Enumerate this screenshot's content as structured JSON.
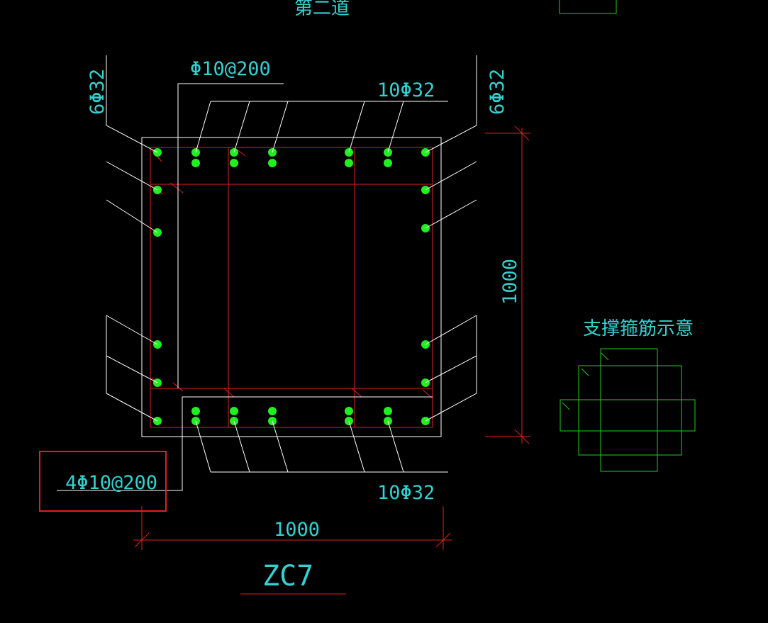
{
  "header": {
    "partial_title": "第二道"
  },
  "labels": {
    "top_stirrup": "Φ10@200",
    "left_vertical": "6Φ32",
    "right_vertical": "6Φ32",
    "top_bars": "10Φ32",
    "bottom_bars": "10Φ32",
    "bottom_stirrup": "4Φ10@200",
    "width_dim": "1000",
    "height_dim": "1000",
    "column_name": "ZC7",
    "support_title": "支撑箍筋示意"
  },
  "colors": {
    "background": "#000000",
    "concrete_outline": "#ffffff",
    "stirrup": "#e02020",
    "rebar": "#22ee22",
    "text": "#35d0d0",
    "dimension": "#e02020",
    "highlight_box": "#e02020",
    "support_sketch": "#22cc22"
  }
}
